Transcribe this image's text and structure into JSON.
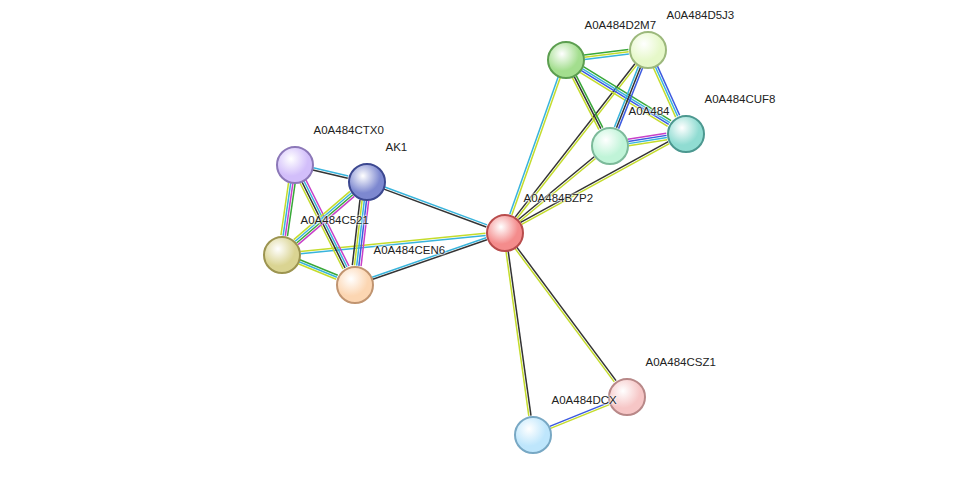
{
  "diagram": {
    "nodes": [
      {
        "text": [
          "A0A484D2M7"
        ]
      },
      {
        "text": [
          "A0A484D5J3"
        ]
      },
      {
        "text": [
          "A0A484CTX0"
        ]
      },
      {
        "text": [
          "AK1"
        ]
      },
      {
        "text": [
          "A0A484CUF8"
        ]
      },
      {
        "text": [
          "A0A484"
        ]
      },
      {
        "text": [
          "A0A484BZP2"
        ]
      },
      {
        "text": [
          "A0A484C521"
        ]
      },
      {
        "text": [
          "A0A484CEN6"
        ]
      },
      {
        "text": [
          "A0A484CSZ1"
        ]
      },
      {
        "text": [
          "A0A484DCX"
        ]
      }
    ],
    "edges": [
      {
        "from": 6,
        "to": 0,
        "arrow": "none"
      },
      {
        "from": 6,
        "to": 1,
        "arrow": "none"
      },
      {
        "from": 6,
        "to": 5,
        "arrow": "none"
      },
      {
        "from": 6,
        "to": 4,
        "arrow": "none"
      },
      {
        "from": 6,
        "to": 3,
        "arrow": "none"
      },
      {
        "from": 6,
        "to": 7,
        "arrow": "none"
      },
      {
        "from": 6,
        "to": 8,
        "arrow": "none"
      },
      {
        "from": 6,
        "to": 9,
        "arrow": "none"
      },
      {
        "from": 6,
        "to": 10,
        "arrow": "none"
      },
      {
        "from": 0,
        "to": 1,
        "arrow": "none"
      },
      {
        "from": 0,
        "to": 5,
        "arrow": "none"
      },
      {
        "from": 0,
        "to": 4,
        "arrow": "none"
      },
      {
        "from": 1,
        "to": 5,
        "arrow": "none"
      },
      {
        "from": 1,
        "to": 4,
        "arrow": "none"
      },
      {
        "from": 5,
        "to": 4,
        "arrow": "none"
      },
      {
        "from": 2,
        "to": 3,
        "arrow": "none"
      },
      {
        "from": 2,
        "to": 7,
        "arrow": "none"
      },
      {
        "from": 2,
        "to": 8,
        "arrow": "none"
      },
      {
        "from": 3,
        "to": 7,
        "arrow": "none"
      },
      {
        "from": 3,
        "to": 8,
        "arrow": "none"
      },
      {
        "from": 7,
        "to": 8,
        "arrow": "none"
      },
      {
        "from": 10,
        "to": 9,
        "arrow": "none"
      }
    ]
  }
}
